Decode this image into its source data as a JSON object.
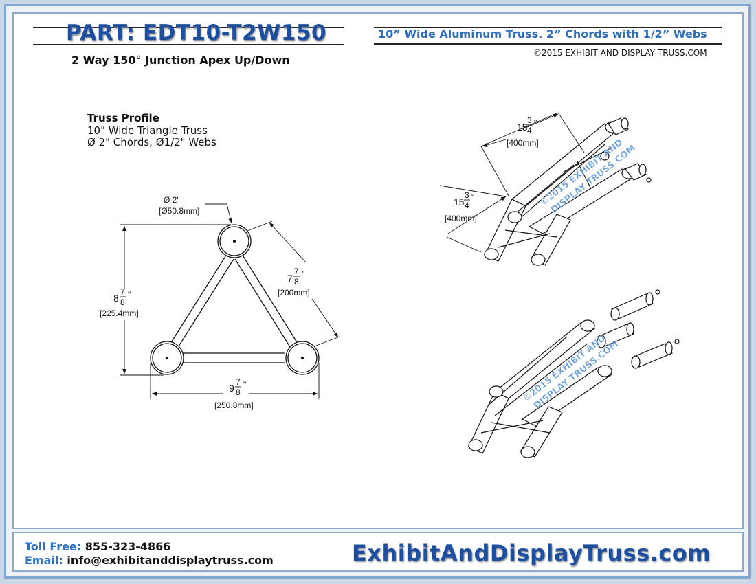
{
  "header": {
    "part_title": "PART: EDT10-T2W150",
    "subtitle": "10” Wide Aluminum Truss. 2” Chords with 1/2” Webs",
    "copyright": "©2015 EXHIBIT AND DISPLAY TRUSS.COM",
    "description": "2 Way 150° Junction Apex Up/Down"
  },
  "profile": {
    "heading": "Truss Profile",
    "line1": "10\" Wide Triangle Truss",
    "line2": "Ø 2\" Chords, Ø1/2\" Webs"
  },
  "profile_dims": {
    "chord_dia": "Ø  2\"",
    "chord_dia_mm": "[Ø50.8mm]",
    "height_whole": "8",
    "height_num": "7",
    "height_den": "8",
    "height_mm": "[225.4mm]",
    "side_whole": "7",
    "side_num": "7",
    "side_den": "8",
    "side_mm": "[200mm]",
    "width_whole": "9",
    "width_num": "7",
    "width_den": "8",
    "width_mm": "[250.8mm]"
  },
  "iso_dims": {
    "leg1_whole": "15",
    "leg1_num": "3",
    "leg1_den": "4",
    "leg1_mm": "[400mm]",
    "leg2_whole": "15",
    "leg2_num": "3",
    "leg2_den": "4",
    "leg2_mm": "[400mm]"
  },
  "watermark": {
    "line1": "©2015 EXHIBIT AND",
    "line2": "DISPLAY TRUSS.COM"
  },
  "footer": {
    "toll_label": "Toll Free:",
    "toll_value": "855-323-4866",
    "email_label": "Email:",
    "email_value": "info@exhibitanddisplaytruss.com",
    "website": "ExhibitAndDisplayTruss.com"
  },
  "colors": {
    "brand_blue": "#1c4fa0",
    "accent_blue": "#2f6fbf",
    "frame_blue": "#7fa7d6"
  }
}
